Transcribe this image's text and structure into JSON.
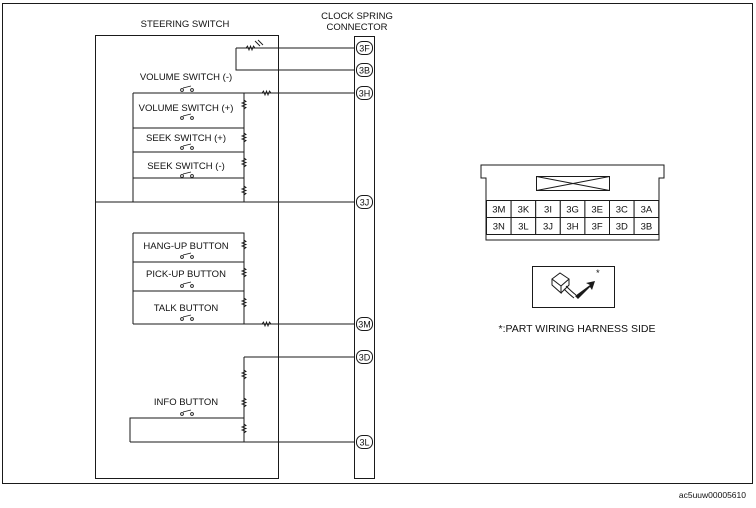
{
  "labels": {
    "steering_switch": "STEERING SWITCH",
    "clock_spring_line1": "CLOCK SPRING",
    "clock_spring_line2": "CONNECTOR",
    "volume_minus": "VOLUME SWITCH (-)",
    "volume_plus": "VOLUME SWITCH (+)",
    "seek_plus": "SEEK SWITCH (+)",
    "seek_minus": "SEEK SWITCH (-)",
    "hang_up": "HANG-UP BUTTON",
    "pick_up": "PICK-UP BUTTON",
    "talk": "TALK BUTTON",
    "info": "INFO BUTTON",
    "harness_note": "*:PART WIRING HARNESS SIDE",
    "asterisk": "*",
    "figure_id": "ac5uuw00005610"
  },
  "pins": {
    "p3F": "3F",
    "p3B": "3B",
    "p3H": "3H",
    "p3J": "3J",
    "p3M": "3M",
    "p3D": "3D",
    "p3L": "3L"
  },
  "connector_grid": {
    "row1": [
      "3M",
      "3K",
      "3I",
      "3G",
      "3E",
      "3C",
      "3A"
    ],
    "row2": [
      "3N",
      "3L",
      "3J",
      "3H",
      "3F",
      "3D",
      "3B"
    ]
  },
  "colors": {
    "line": "#1a1a1a",
    "background": "#ffffff"
  }
}
